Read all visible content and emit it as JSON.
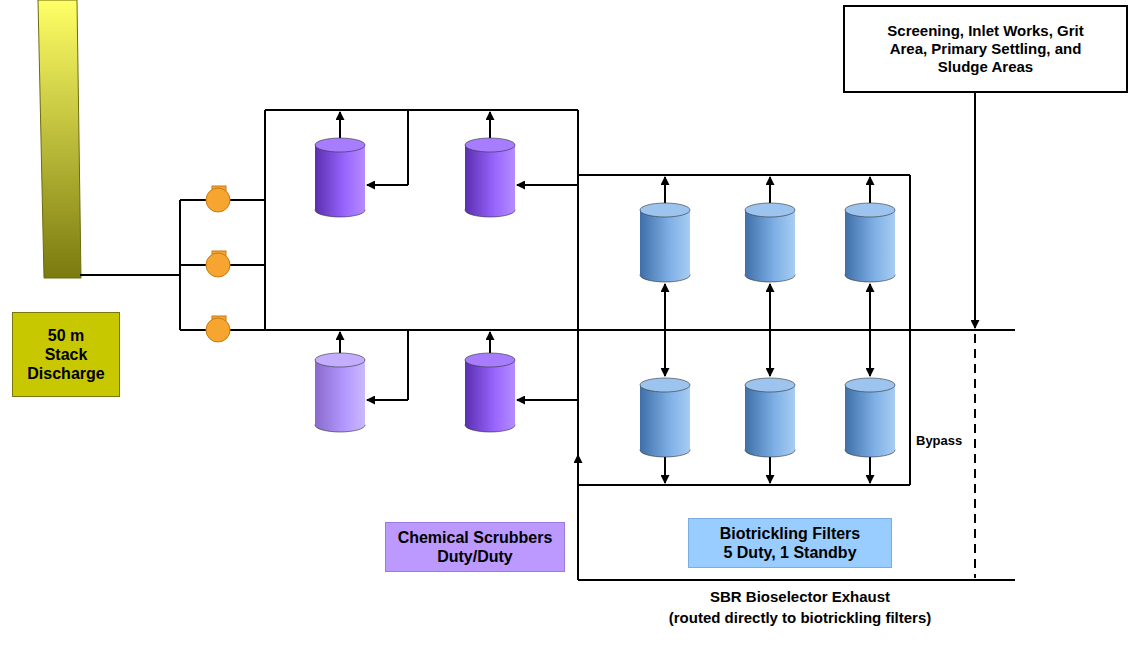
{
  "diagram": {
    "nodes": [
      {
        "text": [
          "Screening, Inlet Works, Grit Area, Primary Settling, and Sludge Areas"
        ]
      },
      {
        "text": [
          "50 m Stack Discharge"
        ]
      },
      {
        "text": [
          "Chemical Scrubbers",
          "Duty/Duty"
        ]
      },
      {
        "text": [
          "Biotrickling Filters",
          "5 Duty, 1 Standby"
        ]
      }
    ],
    "labels": [
      "Bypass",
      "SBR Bioselector Exhaust",
      "(routed directly to biotrickling filters)"
    ]
  }
}
